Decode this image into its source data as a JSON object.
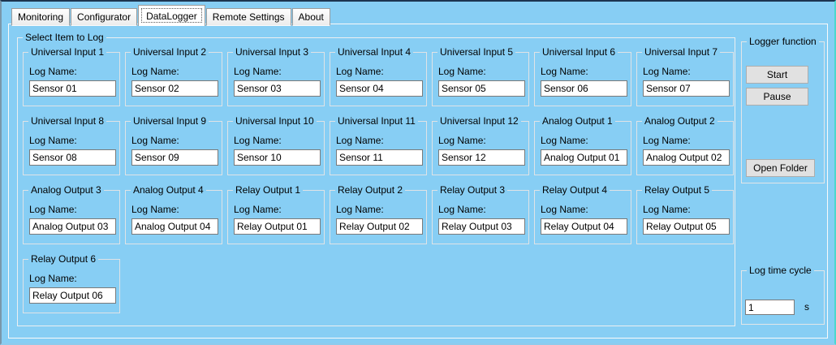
{
  "tabs": {
    "items": [
      {
        "label": "Monitoring",
        "selected": false
      },
      {
        "label": "Configurator",
        "selected": false
      },
      {
        "label": "DataLogger",
        "selected": true
      },
      {
        "label": "Remote Settings",
        "selected": false
      },
      {
        "label": "About",
        "selected": false
      }
    ]
  },
  "select_group": {
    "title": "Select Item to Log",
    "log_name_label": "Log Name:",
    "items": [
      {
        "title": "Universal Input 1",
        "log_name": "Sensor 01"
      },
      {
        "title": "Universal Input 2",
        "log_name": "Sensor 02"
      },
      {
        "title": "Universal Input 3",
        "log_name": "Sensor 03"
      },
      {
        "title": "Universal Input 4",
        "log_name": "Sensor 04"
      },
      {
        "title": "Universal Input 5",
        "log_name": "Sensor 05"
      },
      {
        "title": "Universal Input 6",
        "log_name": "Sensor 06"
      },
      {
        "title": "Universal Input 7",
        "log_name": "Sensor 07"
      },
      {
        "title": "Universal Input 8",
        "log_name": "Sensor 08"
      },
      {
        "title": "Universal Input 9",
        "log_name": "Sensor 09"
      },
      {
        "title": "Universal Input 10",
        "log_name": "Sensor 10"
      },
      {
        "title": "Universal Input 11",
        "log_name": "Sensor 11"
      },
      {
        "title": "Universal Input 12",
        "log_name": "Sensor 12"
      },
      {
        "title": "Analog Output 1",
        "log_name": "Analog Output 01"
      },
      {
        "title": "Analog Output 2",
        "log_name": "Analog Output 02"
      },
      {
        "title": "Analog Output 3",
        "log_name": "Analog Output 03"
      },
      {
        "title": "Analog Output 4",
        "log_name": "Analog Output 04"
      },
      {
        "title": "Relay Output 1",
        "log_name": "Relay Output 01"
      },
      {
        "title": "Relay Output 2",
        "log_name": "Relay Output 02"
      },
      {
        "title": "Relay Output 3",
        "log_name": "Relay Output 03"
      },
      {
        "title": "Relay Output 4",
        "log_name": "Relay Output 04"
      },
      {
        "title": "Relay Output 5",
        "log_name": "Relay Output 05"
      },
      {
        "title": "Relay Output 6",
        "log_name": "Relay Output 06"
      }
    ]
  },
  "logger_function": {
    "title": "Logger function",
    "start_label": "Start",
    "pause_label": "Pause",
    "open_folder_label": "Open Folder"
  },
  "log_time_cycle": {
    "title": "Log time cycle",
    "value": "1",
    "unit": "s"
  },
  "colors": {
    "form_background": "#87CEF4",
    "selected_tab_background": "#FFFFFF",
    "groupbox_border": "#DFE3E6",
    "textbox_border": "#7A7A7A",
    "button_background": "#E1E1E1",
    "button_border": "#ADADAD",
    "window_border_right": "#4BD8CE",
    "window_border_top": "#1C3550"
  }
}
